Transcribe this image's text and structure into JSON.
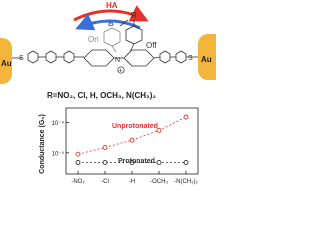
{
  "scheme": {
    "arrow_ha_label": "HA",
    "arrow_b_label": "B",
    "state_on_label": "On",
    "state_off_label": "Off",
    "substituent_label": "R",
    "charge_label": "+",
    "electrode_left_label": "Au",
    "electrode_right_label": "Au",
    "sulfur_left_label": "S",
    "sulfur_right_label": "S",
    "nitrogen_label": "N",
    "r_group_definition": "R=NO₂, Cl, H, OCH₃, N(CH₃)₂",
    "colors": {
      "ha_arrow": "#e8302a",
      "b_arrow": "#3a6fd8",
      "gold": "#f2b43a",
      "on_ring": "#8a8a8a",
      "bond": "#333333"
    }
  },
  "chart_data": {
    "type": "scatter",
    "ylabel": "Conductance (G₀)",
    "categories": [
      "-NO₂",
      "-Cl",
      "-H",
      "-OCH₃",
      "-N(CH₃)₂"
    ],
    "y_scale": "log",
    "ylim": [
      2e-06,
      0.0003
    ],
    "y_tick_labels": [
      "10⁻⁵",
      "10⁻⁴"
    ],
    "y_tick_values": [
      1e-05,
      0.0001
    ],
    "series": [
      {
        "name": "Unprotonated",
        "color": "#e8302a",
        "values": [
          9e-06,
          1.5e-05,
          2.6e-05,
          5.5e-05,
          0.00015
        ]
      },
      {
        "name": "Protonated",
        "color": "#333333",
        "values": [
          4.8e-06,
          4.8e-06,
          4.8e-06,
          4.8e-06,
          4.8e-06
        ]
      }
    ]
  }
}
